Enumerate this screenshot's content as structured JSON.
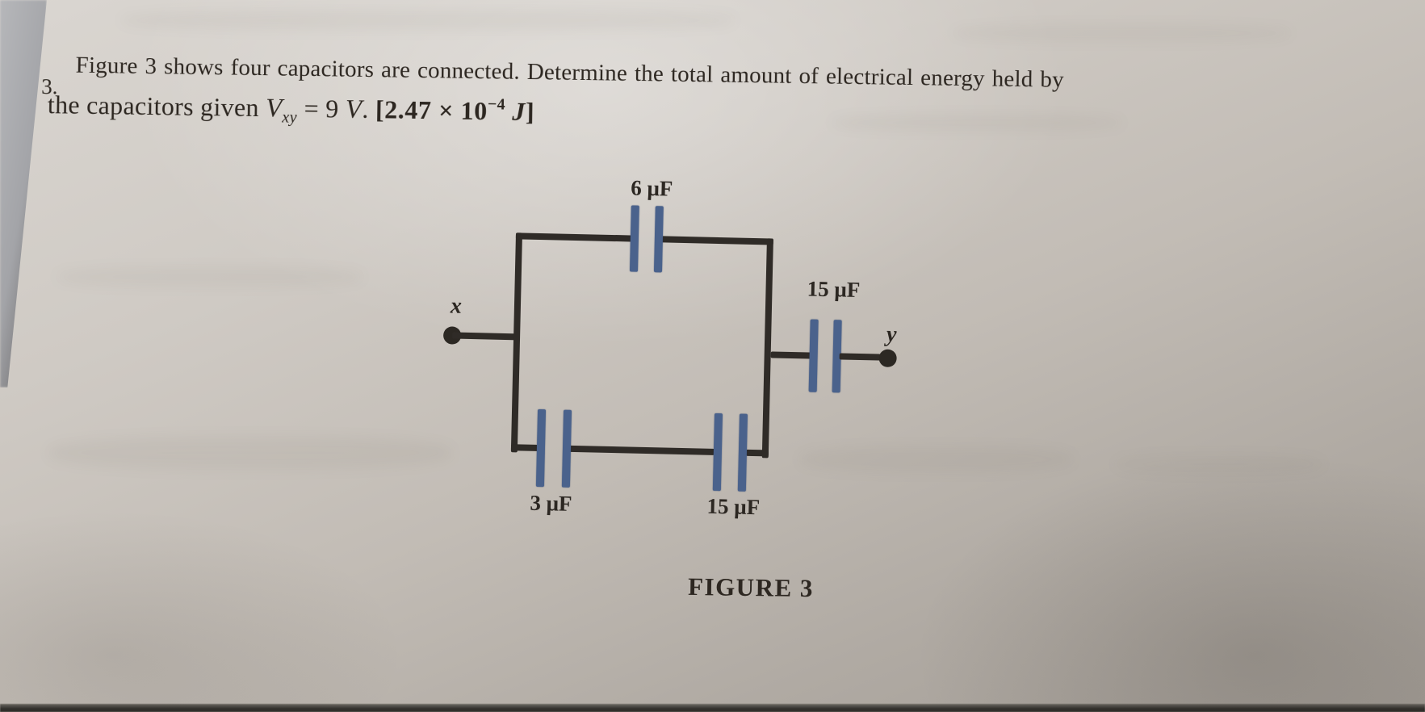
{
  "question": {
    "number": "3.",
    "line1": "Figure 3 shows four capacitors are connected. Determine the total amount of electrical energy held by",
    "line2_prefix": "the capacitors given ",
    "formula_v": "V",
    "formula_sub": "xy",
    "formula_rhs": " = 9 ",
    "formula_unit": "V",
    "formula_period": ". ",
    "answer_base": "[2.47 × 10",
    "answer_exp": "−4",
    "answer_unit": " J",
    "answer_close": "]"
  },
  "figure": {
    "caption": "FIGURE 3",
    "node_labels": {
      "x": "x",
      "y": "y"
    },
    "capacitor_labels": {
      "top": "6 μF",
      "right": "15 μF",
      "bottom_left": "3 μF",
      "bottom_right": "15 μF"
    }
  },
  "colors": {
    "wire": "#2f2b27",
    "capacitor_plate": "#4a628c",
    "ink": "#2d2721",
    "paper_light": "#d9d5d0",
    "paper_dark": "#a29c95"
  }
}
